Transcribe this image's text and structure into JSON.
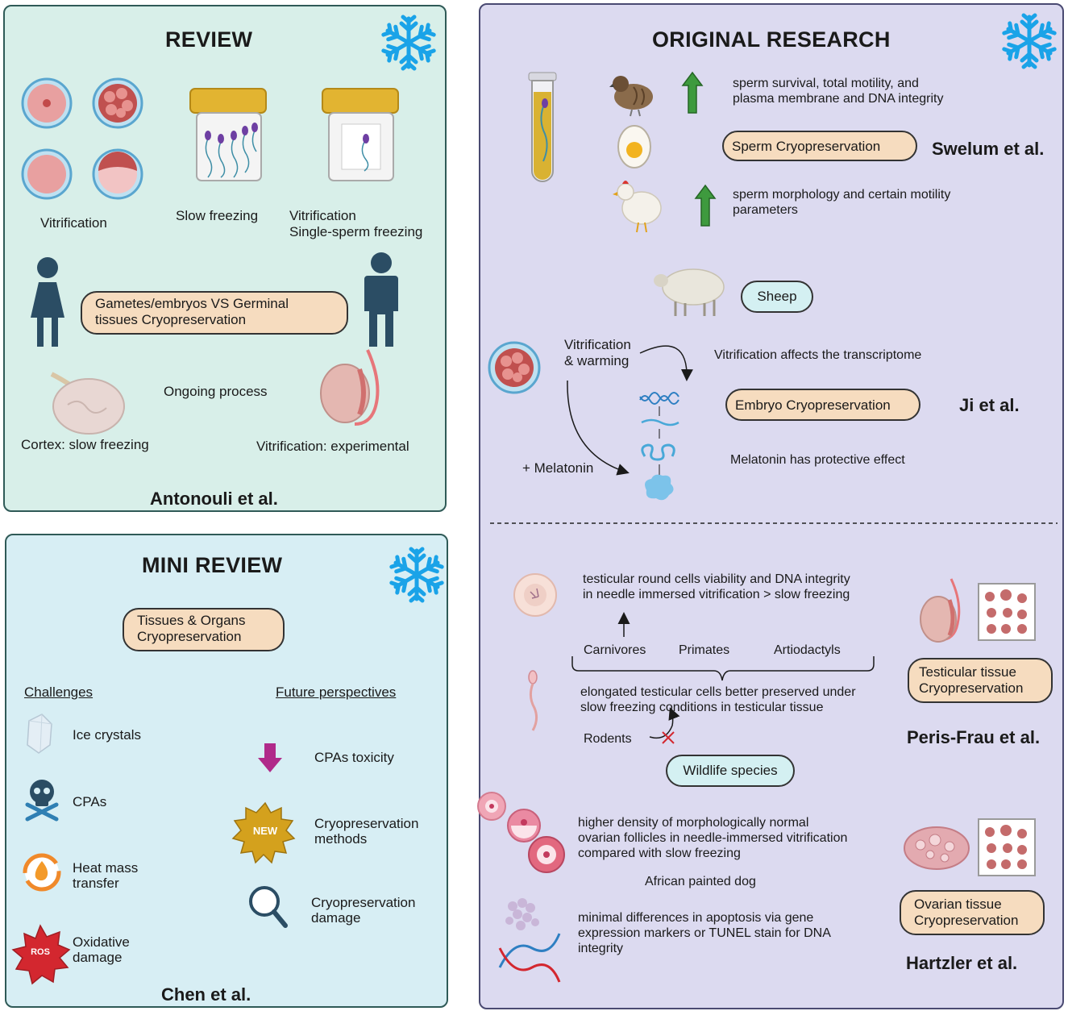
{
  "review": {
    "title": "REVIEW",
    "vitrification": "Vitrification",
    "slow_freezing": "Slow freezing",
    "vitrification2": "Vitrification",
    "single_sperm": "Single-sperm freezing",
    "pill_line1": "Gametes/embryos VS Germinal",
    "pill_line2": "tissues Cryopreservation",
    "ongoing": "Ongoing process",
    "cortex": "Cortex: slow freezing",
    "vit_exp": "Vitrification: experimental",
    "author": "Antonouli et al."
  },
  "mini_review": {
    "title": "MINI REVIEW",
    "pill_line1": "Tissues & Organs",
    "pill_line2": "Cryopreservation",
    "challenges_header": "Challenges",
    "future_header": "Future perspectives",
    "challenges": [
      "Ice crystals",
      "CPAs",
      "Heat mass",
      "transfer",
      "Oxidative",
      "damage"
    ],
    "ros_label": "ROS",
    "new_label": "NEW",
    "future": [
      "CPAs toxicity",
      "Cryopreservation",
      "methods",
      "Cryopreservation",
      "damage"
    ],
    "author": "Chen et al."
  },
  "original": {
    "title": "ORIGINAL RESEARCH",
    "swelum": {
      "line1a": "sperm survival, total motility, and",
      "line1b": "plasma membrane and DNA integrity",
      "pill": "Sperm Cryopreservation",
      "line2a": "sperm morphology and certain motility",
      "line2b": "parameters",
      "author": "Swelum et al."
    },
    "ji": {
      "sheep": "Sheep",
      "vit1": "Vitrification",
      "vit2": "& warming",
      "transcriptome": "Vitrification affects the transcriptome",
      "pill": "Embryo Cryopreservation",
      "melatonin": "+ Melatonin",
      "protective": "Melatonin has protective effect",
      "author": "Ji et al."
    },
    "peris": {
      "l1a": "testicular round cells viability and DNA integrity",
      "l1b": "in needle immersed vitrification > slow freezing",
      "carnivores": "Carnivores",
      "primates": "Primates",
      "artiodactyls": "Artiodactyls",
      "l2a": "elongated testicular cells better preserved under",
      "l2b": "slow freezing conditions in testicular tissue",
      "rodents": "Rodents",
      "wildlife": "Wildlife species",
      "pill1": "Testicular tissue",
      "pill2": "Cryopreservation",
      "author": "Peris-Frau et al."
    },
    "hartzler": {
      "l1a": "higher density of morphologically normal",
      "l1b": "ovarian follicles in needle-immersed vitrification",
      "l1c": "compared with slow freezing",
      "dog": "African painted dog",
      "l2a": "minimal differences in apoptosis via gene",
      "l2b": "expression markers or TUNEL stain for DNA",
      "l2c": "integrity",
      "pill1": "Ovarian tissue",
      "pill2": "Cryopreservation",
      "author": "Hartzler et al."
    }
  },
  "colors": {
    "review_bg": "#d8efe9",
    "mini_bg": "#d7eef4",
    "original_bg": "#dcdaf0",
    "pill_peach": "#f6dcbf",
    "pill_blue": "#d4f0f2",
    "snowflake": "#1aa3e8",
    "up_arrow": "#3e9a3e",
    "down_arrow": "#b02a8a"
  }
}
